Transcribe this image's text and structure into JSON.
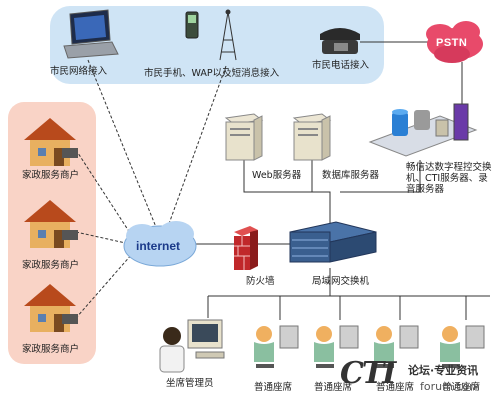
{
  "nodes": {
    "citizen_net": "市民网络接入",
    "mobile": "市民手机、WAP以及短消息接入",
    "phone": "市民电话接入",
    "pstn": "PSTN",
    "home1": "家政服务商户",
    "home2": "家政服务商户",
    "home3": "家政服务商户",
    "internet": "internet",
    "web_server": "Web服务器",
    "db_server": "数据库服务器",
    "cti": "畅信达数字程控交换机、CTI服务器、录音服务器",
    "firewall": "防火墙",
    "lan_switch": "局域网交换机",
    "admin": "坐席管理员",
    "agent1": "普通座席",
    "agent2": "普通座席",
    "agent3": "普通座席",
    "agent4": "普通座席"
  },
  "watermark": {
    "logo": "CTI",
    "tagline": "论坛·专业资讯",
    "site": "forum.com"
  },
  "colors": {
    "top_panel": "#cfe4f5",
    "left_panel": "#f9d3c6",
    "cloud": "#b7d4f2",
    "pstn_cloud": "#e84a6a",
    "switch": "#3a5f8f",
    "firewall": "#c0282a"
  }
}
